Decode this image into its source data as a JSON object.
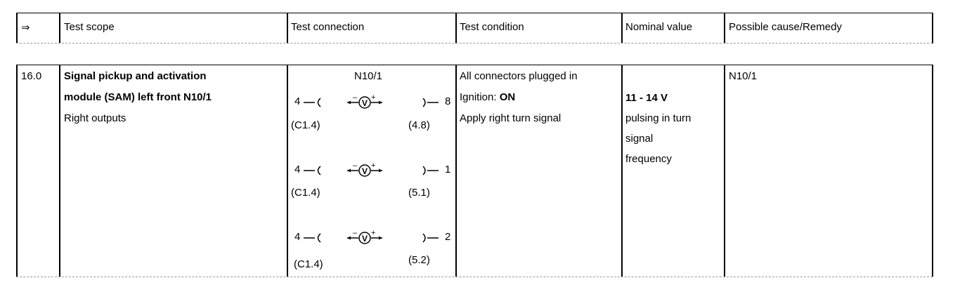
{
  "header": {
    "arrow": "⇒",
    "scope": "Test scope",
    "connection": "Test connection",
    "condition": "Test condition",
    "nominal": "Nominal value",
    "remedy": "Possible cause/Remedy"
  },
  "row": {
    "number": "16.0",
    "scope_line1": "Signal pickup and activation",
    "scope_line2": "module (SAM) left front N10/1",
    "scope_line3": "Right outputs",
    "connection_title": "N10/1",
    "measurements": [
      {
        "left_pin": "4",
        "left_label": "(C1.4)",
        "right_pin": "8",
        "right_label": "(4.8)"
      },
      {
        "left_pin": "4",
        "left_label": "(C1.4)",
        "right_pin": "1",
        "right_label": "(5.1)"
      },
      {
        "left_pin": "4",
        "left_label": "(C1.4)",
        "right_pin": "2",
        "right_label": "(5.2)"
      }
    ],
    "condition_line1": "All connectors plugged in",
    "condition_line2_prefix": "Ignition: ",
    "condition_line2_value": "ON",
    "condition_line3": "Apply right turn signal",
    "nominal_line1": "11 - 14 V",
    "nominal_line2": "pulsing in turn",
    "nominal_line3": "signal",
    "nominal_line4": "frequency",
    "remedy": "N10/1"
  },
  "icons": {
    "voltmeter": "voltmeter-icon",
    "connector_left": "connector-socket-icon",
    "connector_right": "connector-pin-icon"
  }
}
